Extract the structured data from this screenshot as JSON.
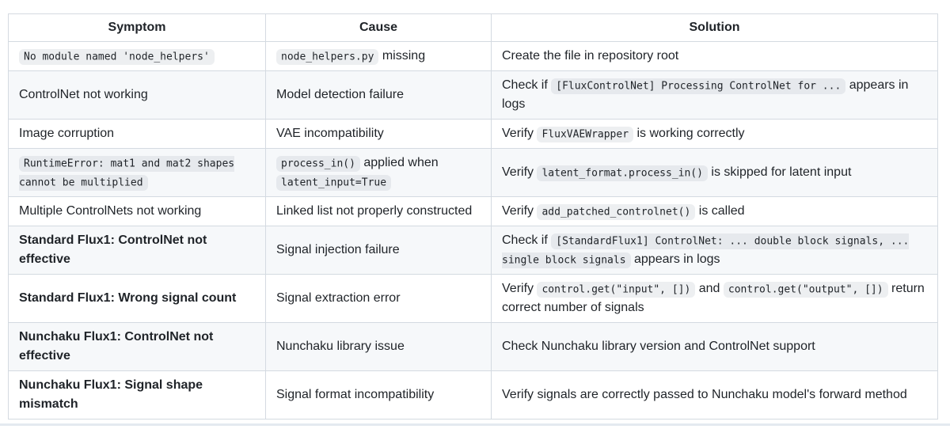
{
  "page": {
    "background": "#ffffff",
    "divider_color": "#e4eaf0"
  },
  "colors": {
    "text": "#1f2328",
    "border": "#d4dae1",
    "row_stripe": "#f6f8fa",
    "inline_code_bg": "#eff1f4"
  },
  "table": {
    "columns": [
      "Symptom",
      "Cause",
      "Solution"
    ],
    "rows": [
      {
        "symptom": [
          {
            "code": "No module named 'node_helpers'"
          }
        ],
        "cause": [
          {
            "code": "node_helpers.py"
          },
          {
            "text": " missing"
          }
        ],
        "solution": [
          {
            "text": "Create the file in repository root"
          }
        ]
      },
      {
        "symptom": [
          {
            "text": "ControlNet not working"
          }
        ],
        "cause": [
          {
            "text": "Model detection failure"
          }
        ],
        "solution": [
          {
            "text": "Check if "
          },
          {
            "code": "[FluxControlNet] Processing ControlNet for ..."
          },
          {
            "text": " appears in logs"
          }
        ]
      },
      {
        "symptom": [
          {
            "text": "Image corruption"
          }
        ],
        "cause": [
          {
            "text": "VAE incompatibility"
          }
        ],
        "solution": [
          {
            "text": "Verify "
          },
          {
            "code": "FluxVAEWrapper"
          },
          {
            "text": " is working correctly"
          }
        ]
      },
      {
        "symptom": [
          {
            "code": "RuntimeError: mat1 and mat2 shapes cannot be multiplied"
          }
        ],
        "cause": [
          {
            "code": "process_in()"
          },
          {
            "text": " applied when "
          },
          {
            "code": "latent_input=True"
          }
        ],
        "solution": [
          {
            "text": "Verify "
          },
          {
            "code": "latent_format.process_in()"
          },
          {
            "text": " is skipped for latent input"
          }
        ]
      },
      {
        "symptom": [
          {
            "text": "Multiple ControlNets not working"
          }
        ],
        "cause": [
          {
            "text": "Linked list not properly constructed"
          }
        ],
        "solution": [
          {
            "text": "Verify "
          },
          {
            "code": "add_patched_controlnet()"
          },
          {
            "text": " is called"
          }
        ]
      },
      {
        "symptom": [
          {
            "strong": "Standard Flux1: ControlNet not effective"
          }
        ],
        "cause": [
          {
            "text": "Signal injection failure"
          }
        ],
        "solution": [
          {
            "text": "Check if "
          },
          {
            "code": "[StandardFlux1] ControlNet: ... double block signals, ... single block signals"
          },
          {
            "text": " appears in logs"
          }
        ]
      },
      {
        "symptom": [
          {
            "strong": "Standard Flux1: Wrong signal count"
          }
        ],
        "cause": [
          {
            "text": "Signal extraction error"
          }
        ],
        "solution": [
          {
            "text": "Verify "
          },
          {
            "code": "control.get(\"input\", [])"
          },
          {
            "text": " and "
          },
          {
            "code": "control.get(\"output\", [])"
          },
          {
            "text": " return correct number of signals"
          }
        ]
      },
      {
        "symptom": [
          {
            "strong": "Nunchaku Flux1: ControlNet not effective"
          }
        ],
        "cause": [
          {
            "text": "Nunchaku library issue"
          }
        ],
        "solution": [
          {
            "text": "Check Nunchaku library version and ControlNet support"
          }
        ]
      },
      {
        "symptom": [
          {
            "strong": "Nunchaku Flux1: Signal shape mismatch"
          }
        ],
        "cause": [
          {
            "text": "Signal format incompatibility"
          }
        ],
        "solution": [
          {
            "text": "Verify signals are correctly passed to Nunchaku model's forward method"
          }
        ]
      }
    ]
  }
}
